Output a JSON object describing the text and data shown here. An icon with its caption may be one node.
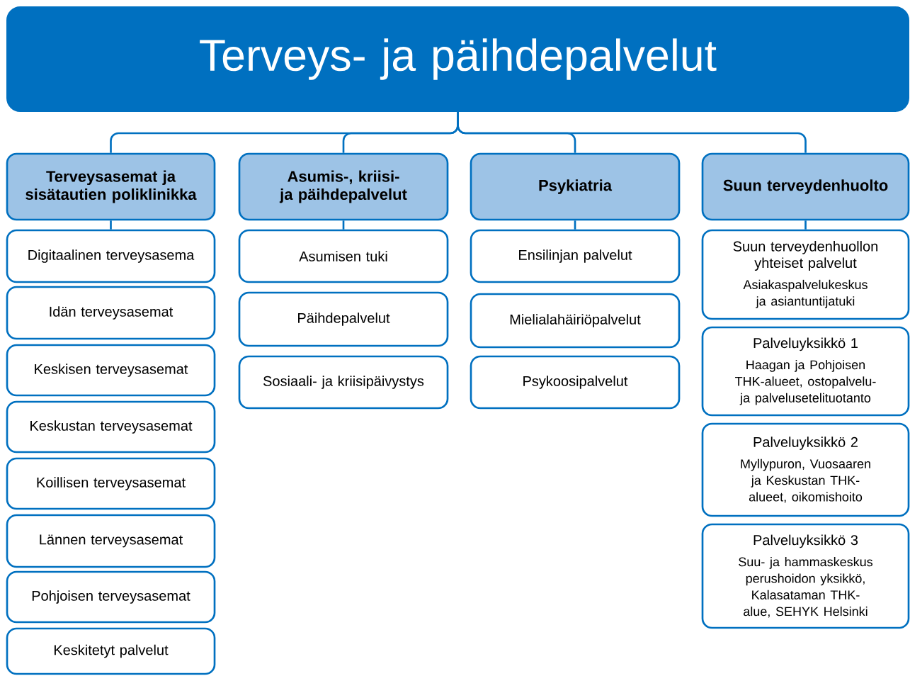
{
  "diagram": {
    "nodes": [
      {
        "text": [
          "Terveys- ja päihdepalvelut"
        ]
      },
      {
        "text": [
          "Terveysasemat ja sisätautien poliklinikka"
        ]
      },
      {
        "text": [
          "Asumis-, kriisi- ja päihdepalvelut"
        ]
      },
      {
        "text": [
          "Psykiatria"
        ]
      },
      {
        "text": [
          "Suun terveydenhuolto"
        ]
      },
      {
        "text": [
          "Digitaalinen terveysasema"
        ]
      },
      {
        "text": [
          "Idän terveysasemat"
        ]
      },
      {
        "text": [
          "Keskisen terveysasemat"
        ]
      },
      {
        "text": [
          "Keskustan terveysasemat"
        ]
      },
      {
        "text": [
          "Koillisen terveysasemat"
        ]
      },
      {
        "text": [
          "Lännen terveysasemat"
        ]
      },
      {
        "text": [
          "Pohjoisen terveysasemat"
        ]
      },
      {
        "text": [
          "Keskitetyt palvelut"
        ]
      },
      {
        "text": [
          "Asumisen tuki"
        ]
      },
      {
        "text": [
          "Päihdepalvelut"
        ]
      },
      {
        "text": [
          "Sosiaali- ja kriisipäivystys"
        ]
      },
      {
        "text": [
          "Ensilinjan palvelut"
        ]
      },
      {
        "text": [
          "Mielialahäiriöpalvelut"
        ]
      },
      {
        "text": [
          "Psykoosipalvelut"
        ]
      },
      {
        "text": [
          "Suun terveydenhuollon yhteiset palvelut",
          "Asiakaspalvelukeskus ja asiantuntijatuki"
        ]
      },
      {
        "text": [
          "Palveluyksikkö 1",
          "Haagan ja Pohjoisen THK-alueet, ostopalvelu- ja palvelusetelituotanto"
        ]
      },
      {
        "text": [
          "Palveluyksikkö 2",
          "Myllypuron, Vuosaaren ja Keskustan THK-alueet, oikomishoito"
        ]
      },
      {
        "text": [
          "Palveluyksikkö 3",
          "Suu- ja hammaskeskus perushoidon yksikkö, Kalasataman THK-alue, SEHYK Helsinki"
        ]
      }
    ],
    "edges": [
      {
        "from": 0,
        "to": 1,
        "arrow": "none"
      },
      {
        "from": 0,
        "to": 2,
        "arrow": "none"
      },
      {
        "from": 0,
        "to": 3,
        "arrow": "none"
      },
      {
        "from": 0,
        "to": 4,
        "arrow": "none"
      },
      {
        "from": 1,
        "to": 5,
        "arrow": "none"
      },
      {
        "from": 2,
        "to": 13,
        "arrow": "none"
      },
      {
        "from": 3,
        "to": 16,
        "arrow": "none"
      },
      {
        "from": 4,
        "to": 19,
        "arrow": "none"
      }
    ]
  }
}
